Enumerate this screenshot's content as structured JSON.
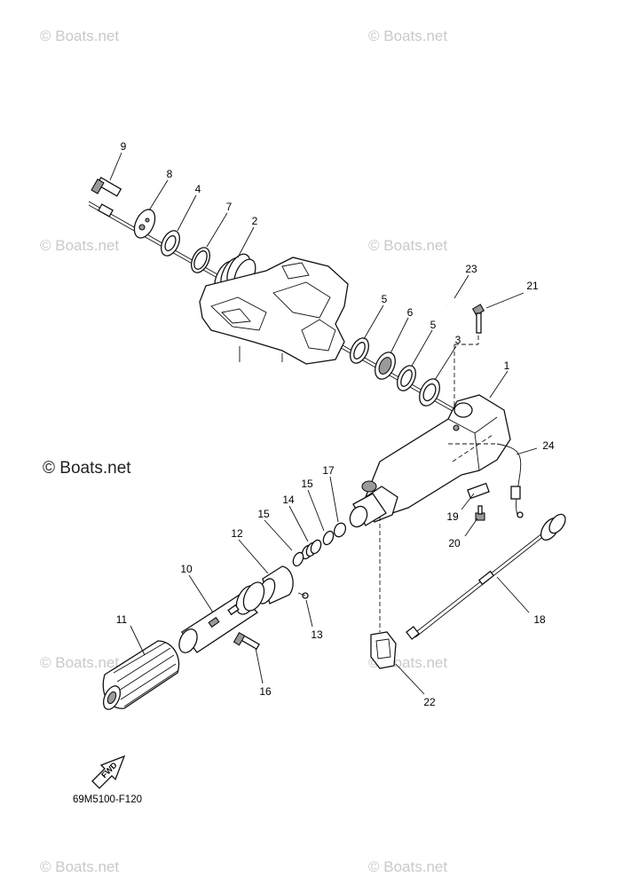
{
  "watermark": "© Boats.net",
  "watermark_main": "© Boats.net",
  "diagram_code": "69M5100-F120",
  "fwd_label": "FWD",
  "callouts": [
    "9",
    "8",
    "4",
    "7",
    "2",
    "5",
    "6",
    "5",
    "3",
    "23",
    "21",
    "1",
    "24",
    "17",
    "15",
    "14",
    "15",
    "12",
    "10",
    "11",
    "13",
    "16",
    "19",
    "20",
    "18",
    "22"
  ]
}
